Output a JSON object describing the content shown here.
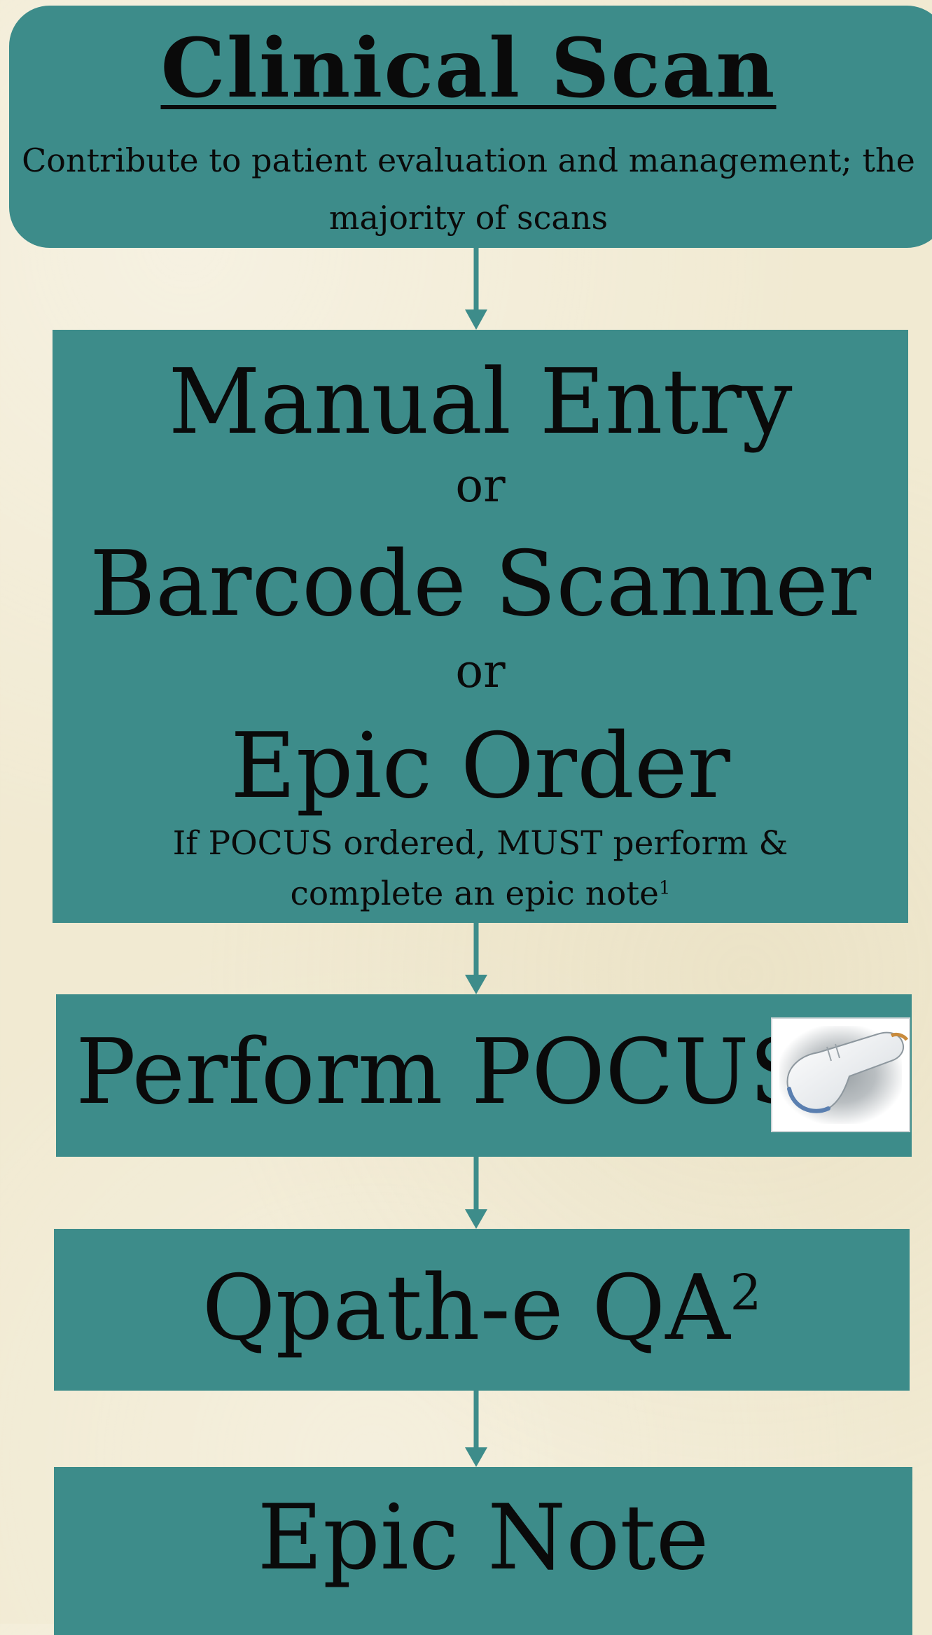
{
  "steps": [
    {
      "title": "Clinical Scan",
      "subtitle_line1": "Contribute to patient evaluation and management; the",
      "subtitle_line2": "majority of scans"
    },
    {
      "option1": "Manual Entry",
      "or1": "or",
      "option2": "Barcode Scanner",
      "or2": "or",
      "option3": "Epic Order",
      "note_line1": "If POCUS ordered, MUST perform &",
      "note_line2": "complete an epic note",
      "note_sup": "1"
    },
    {
      "title": "Perform POCUS",
      "image": "ultrasound-probe-icon"
    },
    {
      "title": "Qpath-e QA",
      "title_sup": "2"
    },
    {
      "title": "Epic Note"
    }
  ],
  "colors": {
    "box_fill": "#3d8c8a",
    "arrow": "#3d8c8a",
    "background": "#f1ead2",
    "text": "#0a0a0a"
  }
}
